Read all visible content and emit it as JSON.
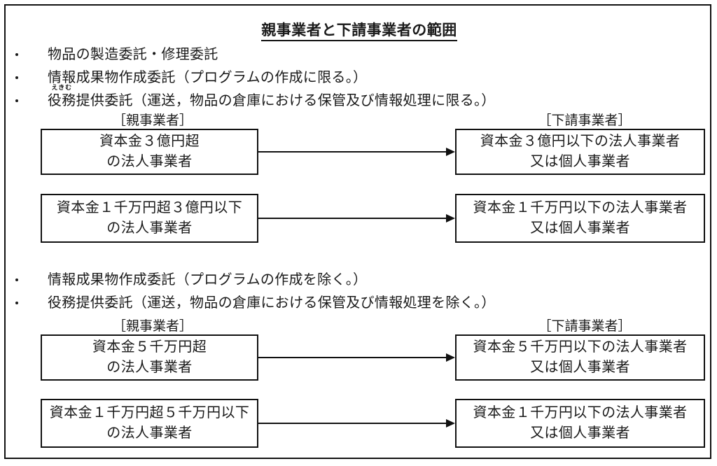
{
  "document": {
    "title": "親事業者と下請事業者の範囲"
  },
  "sections": [
    {
      "id": "section-limited",
      "bullets": [
        {
          "mark": "bullet-dot",
          "text": "物品の製造委託・修理委託",
          "ruby": null,
          "ruby_base": null
        },
        {
          "mark": "bullet-dot",
          "text": "情報成果物作成委託（プログラムの作成に限る。）",
          "ruby": null,
          "ruby_base": null
        },
        {
          "mark": "bullet-dot",
          "text": "役務提供委託（運送，物品の倉庫における保管及び情報処理に限る。）",
          "ruby": "えきむ",
          "ruby_base": "役務",
          "rest": "提供委託（運送，物品の倉庫における保管及び情報処理に限る。）"
        }
      ],
      "left_header": "［親事業者］",
      "right_header": "［下請事業者］",
      "rows": [
        {
          "left": {
            "line1": "資本金３億円超",
            "line2": "の法人事業者"
          },
          "right": {
            "line1": "資本金３億円以下の法人事業者",
            "line2": "又は個人事業者"
          },
          "arrow": "right-arrow"
        },
        {
          "left": {
            "line1": "資本金１千万円超３億円以下",
            "line2": "の法人事業者"
          },
          "right": {
            "line1": "資本金１千万円以下の法人事業者",
            "line2": "又は個人事業者"
          },
          "arrow": "right-arrow"
        }
      ]
    },
    {
      "id": "section-excluded",
      "bullets": [
        {
          "mark": "bullet-dot",
          "text": "情報成果物作成委託（プログラムの作成を除く。）",
          "ruby": null,
          "ruby_base": null
        },
        {
          "mark": "bullet-dot",
          "text": "役務提供委託（運送，物品の倉庫における保管及び情報処理を除く。）",
          "ruby": null,
          "ruby_base": null
        }
      ],
      "left_header": "［親事業者］",
      "right_header": "［下請事業者］",
      "rows": [
        {
          "left": {
            "line1": "資本金５千万円超",
            "line2": "の法人事業者"
          },
          "right": {
            "line1": "資本金５千万円以下の法人事業者",
            "line2": "又は個人事業者"
          },
          "arrow": "right-arrow"
        },
        {
          "left": {
            "line1": "資本金１千万円超５千万円以下",
            "line2": "の法人事業者"
          },
          "right": {
            "line1": "資本金１千万円以下の法人事業者",
            "line2": "又は個人事業者"
          },
          "arrow": "right-arrow"
        }
      ]
    }
  ],
  "colors": {
    "border": "#111111",
    "text": "#1a1a1a",
    "background": "#ffffff"
  }
}
